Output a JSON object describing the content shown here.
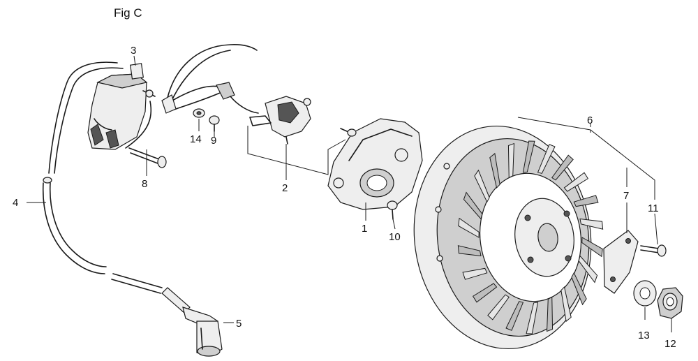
{
  "figure": {
    "title": "Fig C"
  },
  "callouts": [
    {
      "id": "1",
      "text": "1"
    },
    {
      "id": "2",
      "text": "2"
    },
    {
      "id": "3",
      "text": "3"
    },
    {
      "id": "4",
      "text": "4"
    },
    {
      "id": "5",
      "text": "5"
    },
    {
      "id": "6",
      "text": "6"
    },
    {
      "id": "7",
      "text": "7"
    },
    {
      "id": "8",
      "text": "8"
    },
    {
      "id": "9",
      "text": "9"
    },
    {
      "id": "10",
      "text": "10"
    },
    {
      "id": "11",
      "text": "11"
    },
    {
      "id": "12",
      "text": "12"
    },
    {
      "id": "13",
      "text": "13"
    },
    {
      "id": "14",
      "text": "14"
    }
  ]
}
